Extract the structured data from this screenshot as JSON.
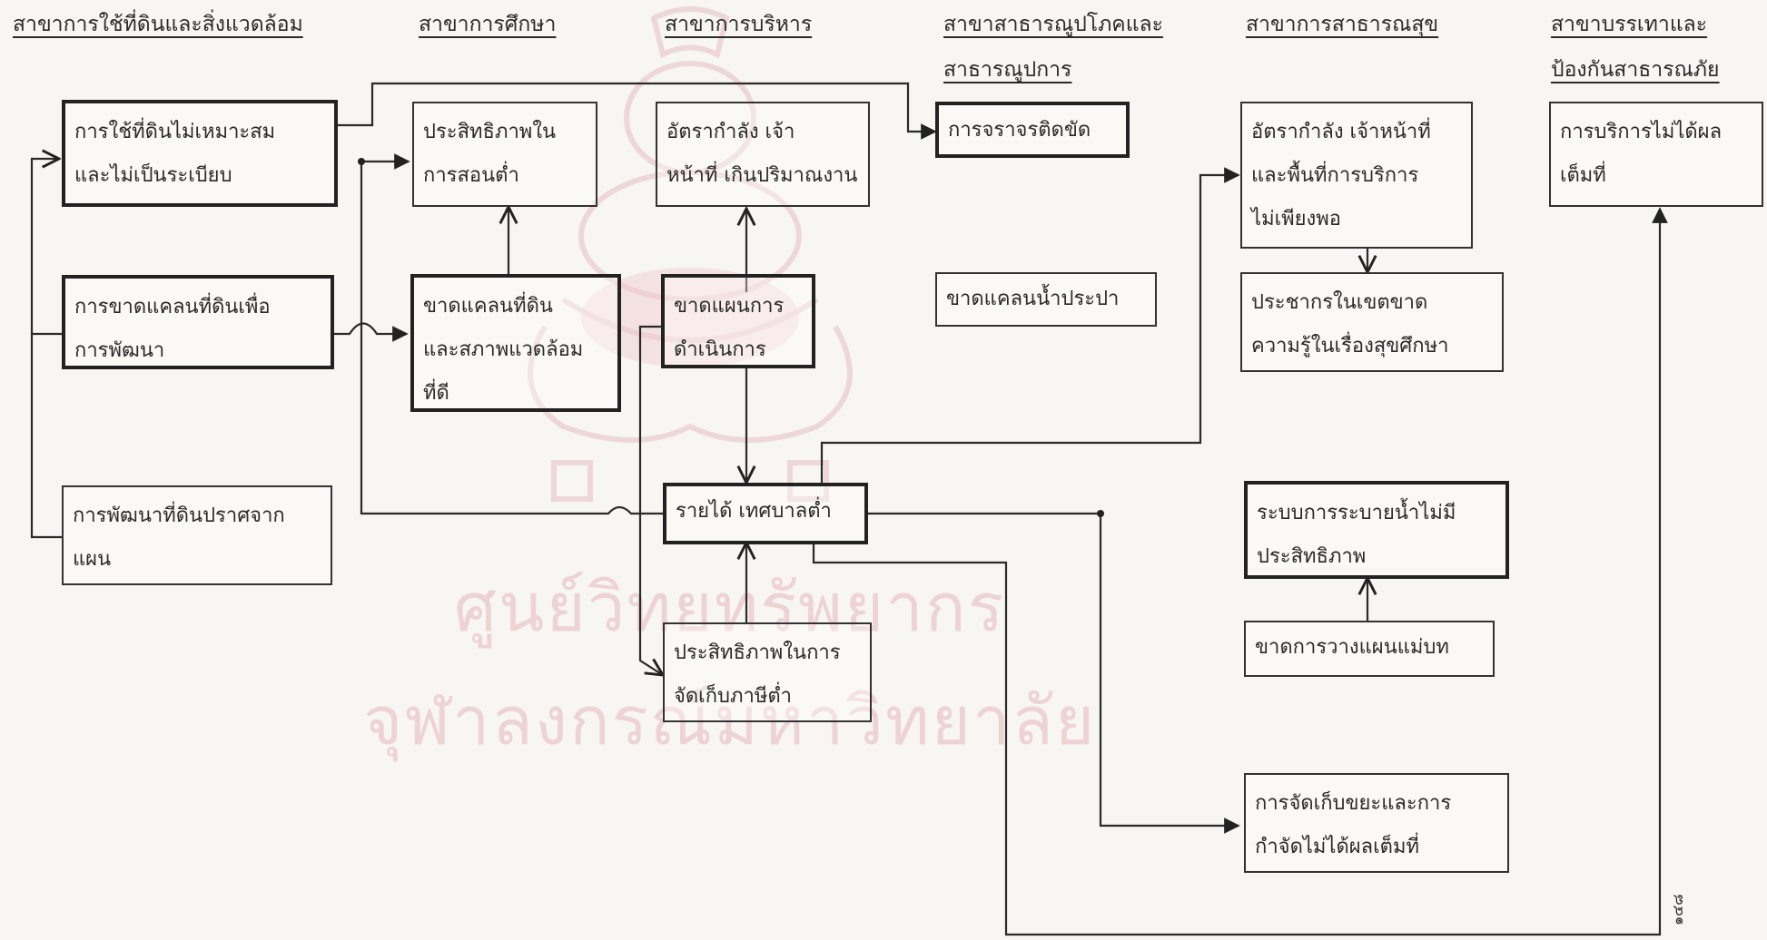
{
  "headers": {
    "land": "สาขาการใช้ที่ดินและสิ่งแวดล้อม",
    "education": "สาขาการศึกษา",
    "admin": "สาขาการบริหาร",
    "utilities_1": "สาขาสาธารณูปโภคและ",
    "utilities_2": "สาธารณูปการ",
    "health": "สาขาการสาธารณสุข",
    "relief_1": "สาขาบรรเทาและ",
    "relief_2": "ป้องกันสาธารณภัย"
  },
  "boxes": {
    "land_use": [
      "การใช้ที่ดินไม่เหมาะสม",
      "และไม่เป็นระเบียบ"
    ],
    "land_shortage": [
      "การขาดแคลนที่ดินเพื่อ",
      "การพัฒนา"
    ],
    "land_unplanned": [
      "การพัฒนาที่ดินปราศจาก",
      "แผน"
    ],
    "teaching": [
      "ประสิทธิภาพใน",
      "การสอนต่ำ"
    ],
    "edu_land": [
      "ขาดแคลนที่ดิน",
      "และสภาพแวดล้อม",
      "ที่ดี"
    ],
    "staff_excess": [
      "อัตรากำลัง เจ้า",
      "หน้าที่ เกินปริมาณงาน"
    ],
    "no_plan": [
      "ขาดแผนการ",
      "ดำเนินการ"
    ],
    "revenue": [
      "รายได้ เทศบาลต่ำ"
    ],
    "tax": [
      "ประสิทธิภาพในการ",
      "จัดเก็บภาษีต่ำ"
    ],
    "traffic": [
      "การจราจรติดขัด"
    ],
    "water": [
      "ขาดแคลนน้ำประปา"
    ],
    "health_staff": [
      "อัตรากำลัง เจ้าหน้าที่",
      "และพื้นที่การบริการ",
      "ไม่เพียงพอ"
    ],
    "health_edu": [
      "ประชากรในเขตขาด",
      "ความรู้ในเรื่องสุขศึกษา"
    ],
    "drainage": [
      "ระบบการระบายน้ำไม่มี",
      "ประสิทธิภาพ"
    ],
    "master_plan": [
      "ขาดการวางแผนแม่บท"
    ],
    "garbage": [
      "การจัดเก็บขยะและการ",
      "กำจัดไม่ได้ผลเต็มที่"
    ],
    "service": [
      "การบริการไม่ได้ผล",
      "เต็มที่"
    ]
  },
  "watermark": {
    "line1": "ศูนย์วิทยทรัพยากร",
    "line2": "จุฬาลงกรณ์มหาวิทยาลัย"
  },
  "page_number": "๑๔๘"
}
